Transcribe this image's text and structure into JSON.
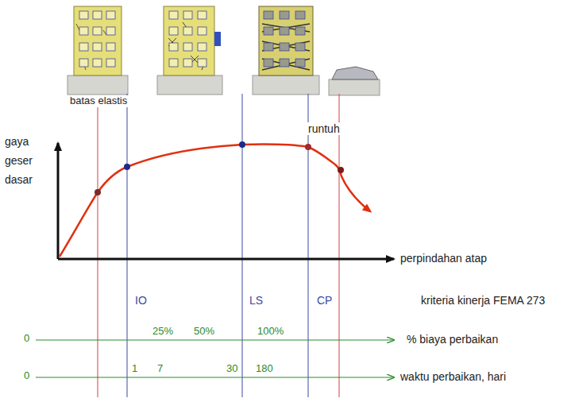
{
  "diagram": {
    "labels": [
      "batas elastis",
      "runtuh",
      "gaya geser dasar",
      "perpindahan atap",
      "IO",
      "LS",
      "CP",
      "kriteria kinerja FEMA 273",
      "0",
      "25%",
      "50%",
      "100%",
      "% biaya perbaikan",
      "0",
      "1",
      "7",
      "30",
      "180",
      "waktu perbaikan, hari"
    ]
  }
}
